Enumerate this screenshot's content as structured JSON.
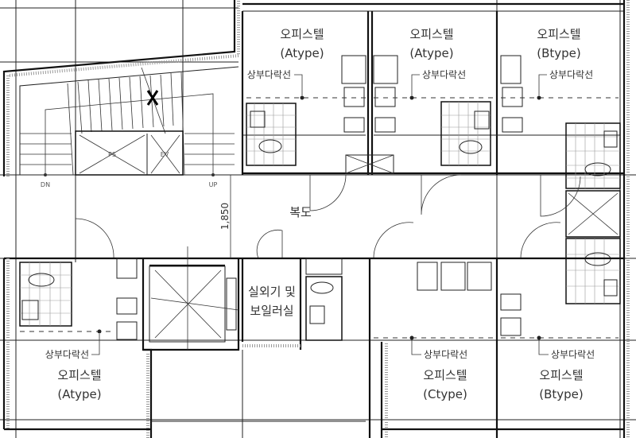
{
  "title": "오피스텔 평면도",
  "units": {
    "top_a1": {
      "name": "오피스텔",
      "type": "(Atype)",
      "note": "상부다락선"
    },
    "top_a2": {
      "name": "오피스텔",
      "type": "(Atype)",
      "note": "상부다락선"
    },
    "top_b": {
      "name": "오피스텔",
      "type": "(Btype)",
      "note": "상부다락선"
    },
    "bottom_a": {
      "name": "오피스텔",
      "type": "(Atype)",
      "note": "상부다락선"
    },
    "bottom_c": {
      "name": "오피스텔",
      "type": "(Ctype)",
      "note": "상부다락선"
    },
    "bottom_b": {
      "name": "오피스텔",
      "type": "(Btype)",
      "note": "상부다락선"
    }
  },
  "corridor": "복도",
  "boiler_room": {
    "line1": "실외기 및",
    "line2": "보일러실"
  },
  "stairs": {
    "down": "DN",
    "up": "UP",
    "shaft1": "PS",
    "shaft2": "EV"
  },
  "dimension": "1,850"
}
